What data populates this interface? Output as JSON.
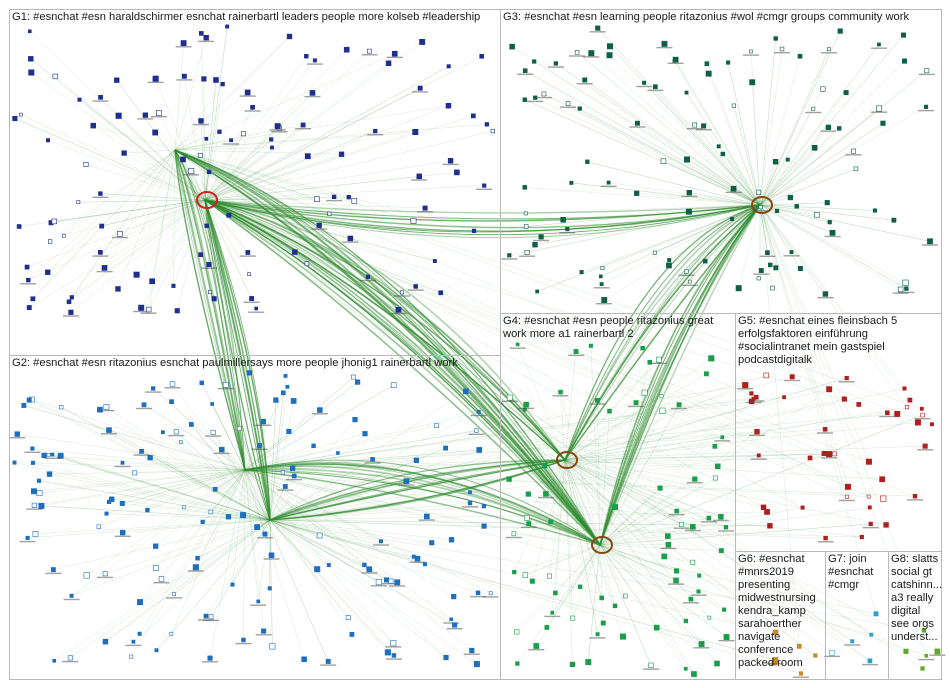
{
  "groups": [
    {
      "id": "G1",
      "label": "G1: #esnchat #esn haraldschirmer esnchat rainerbartl leaders people more kolseb #leadership",
      "color": "#1f2f8f"
    },
    {
      "id": "G2",
      "label": "G2: #esnchat #esn ritazonius esnchat paulmillersays more people jhonig1 rainerbartl work",
      "color": "#1e6fbe"
    },
    {
      "id": "G3",
      "label": "G3: #esnchat #esn learning people ritazonius #wol #cmgr groups community work",
      "color": "#0f5e4a"
    },
    {
      "id": "G4",
      "label": "G4: #esnchat #esn people ritazonius great work more a1 rainerbartl 2",
      "color": "#1a9e4a"
    },
    {
      "id": "G5",
      "label": "G5: #esnchat eines fleinsbach 5 erfolgsfaktoren einführung #socialintranet mein gastspiel podcastdigitalk",
      "color": "#b01e1e"
    },
    {
      "id": "G6",
      "label": "G6: #esnchat #mnrs2019 presenting midwestnursing kendra_kamp sarahoerther navigate conference packed room",
      "color": "#c98a2a"
    },
    {
      "id": "G7",
      "label": "G7: join #esnchat #cmgr",
      "color": "#2aa0c9"
    },
    {
      "id": "G8",
      "label": "G8: slatts social gt catshinn... a3 really digital see orgs underst...",
      "color": "#5fa82a"
    }
  ],
  "edge_color": "#2e8b2e",
  "self_loop_colors": {
    "red": "#d22020",
    "brown": "#8b4513"
  }
}
